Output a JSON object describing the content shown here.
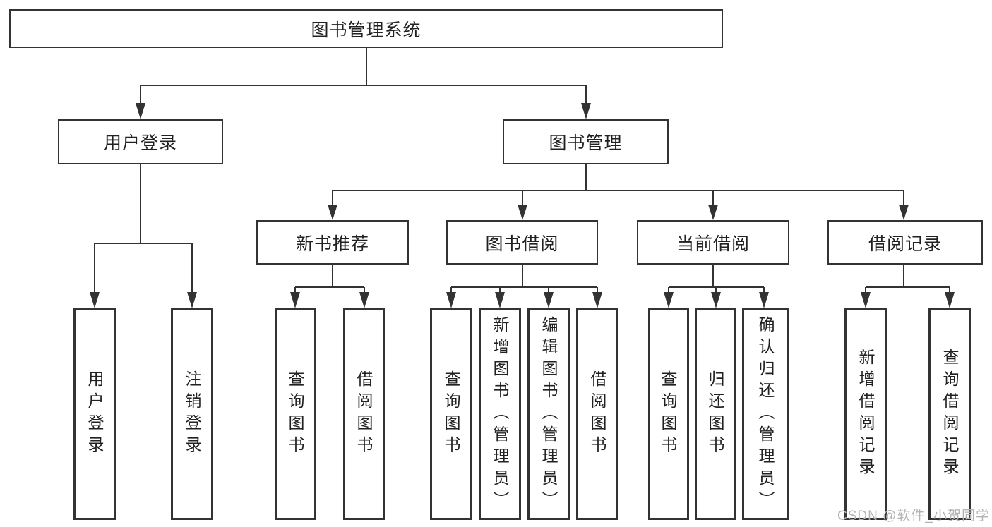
{
  "watermark": {
    "text": "CSDN @软件_小贺同学"
  },
  "colors": {
    "line": "#333333",
    "text": "#212121",
    "watermark": "#b3b3b3",
    "background": "#ffffff"
  },
  "tree": {
    "root": {
      "label": "图书管理系统"
    },
    "level2": [
      {
        "label": "用户登录"
      },
      {
        "label": "图书管理"
      }
    ],
    "level3": [
      {
        "label": "新书推荐",
        "parent": "图书管理"
      },
      {
        "label": "图书借阅",
        "parent": "图书管理"
      },
      {
        "label": "当前借阅",
        "parent": "图书管理"
      },
      {
        "label": "借阅记录",
        "parent": "图书管理"
      }
    ],
    "leaves": [
      {
        "label": "用户登录",
        "parent": "用户登录"
      },
      {
        "label": "注销登录",
        "parent": "用户登录"
      },
      {
        "label": "查询图书",
        "parent": "新书推荐"
      },
      {
        "label": "借阅图书",
        "parent": "新书推荐"
      },
      {
        "label": "查询图书",
        "parent": "图书借阅"
      },
      {
        "label": "新增图书（管理员）",
        "parent": "图书借阅"
      },
      {
        "label": "编辑图书（管理员）",
        "parent": "图书借阅"
      },
      {
        "label": "借阅图书",
        "parent": "图书借阅"
      },
      {
        "label": "查询图书",
        "parent": "当前借阅"
      },
      {
        "label": "归还图书",
        "parent": "当前借阅"
      },
      {
        "label": "确认归还（管理员）",
        "parent": "当前借阅"
      },
      {
        "label": "新增借阅记录",
        "parent": "借阅记录"
      },
      {
        "label": "查询借阅记录",
        "parent": "借阅记录"
      }
    ]
  }
}
